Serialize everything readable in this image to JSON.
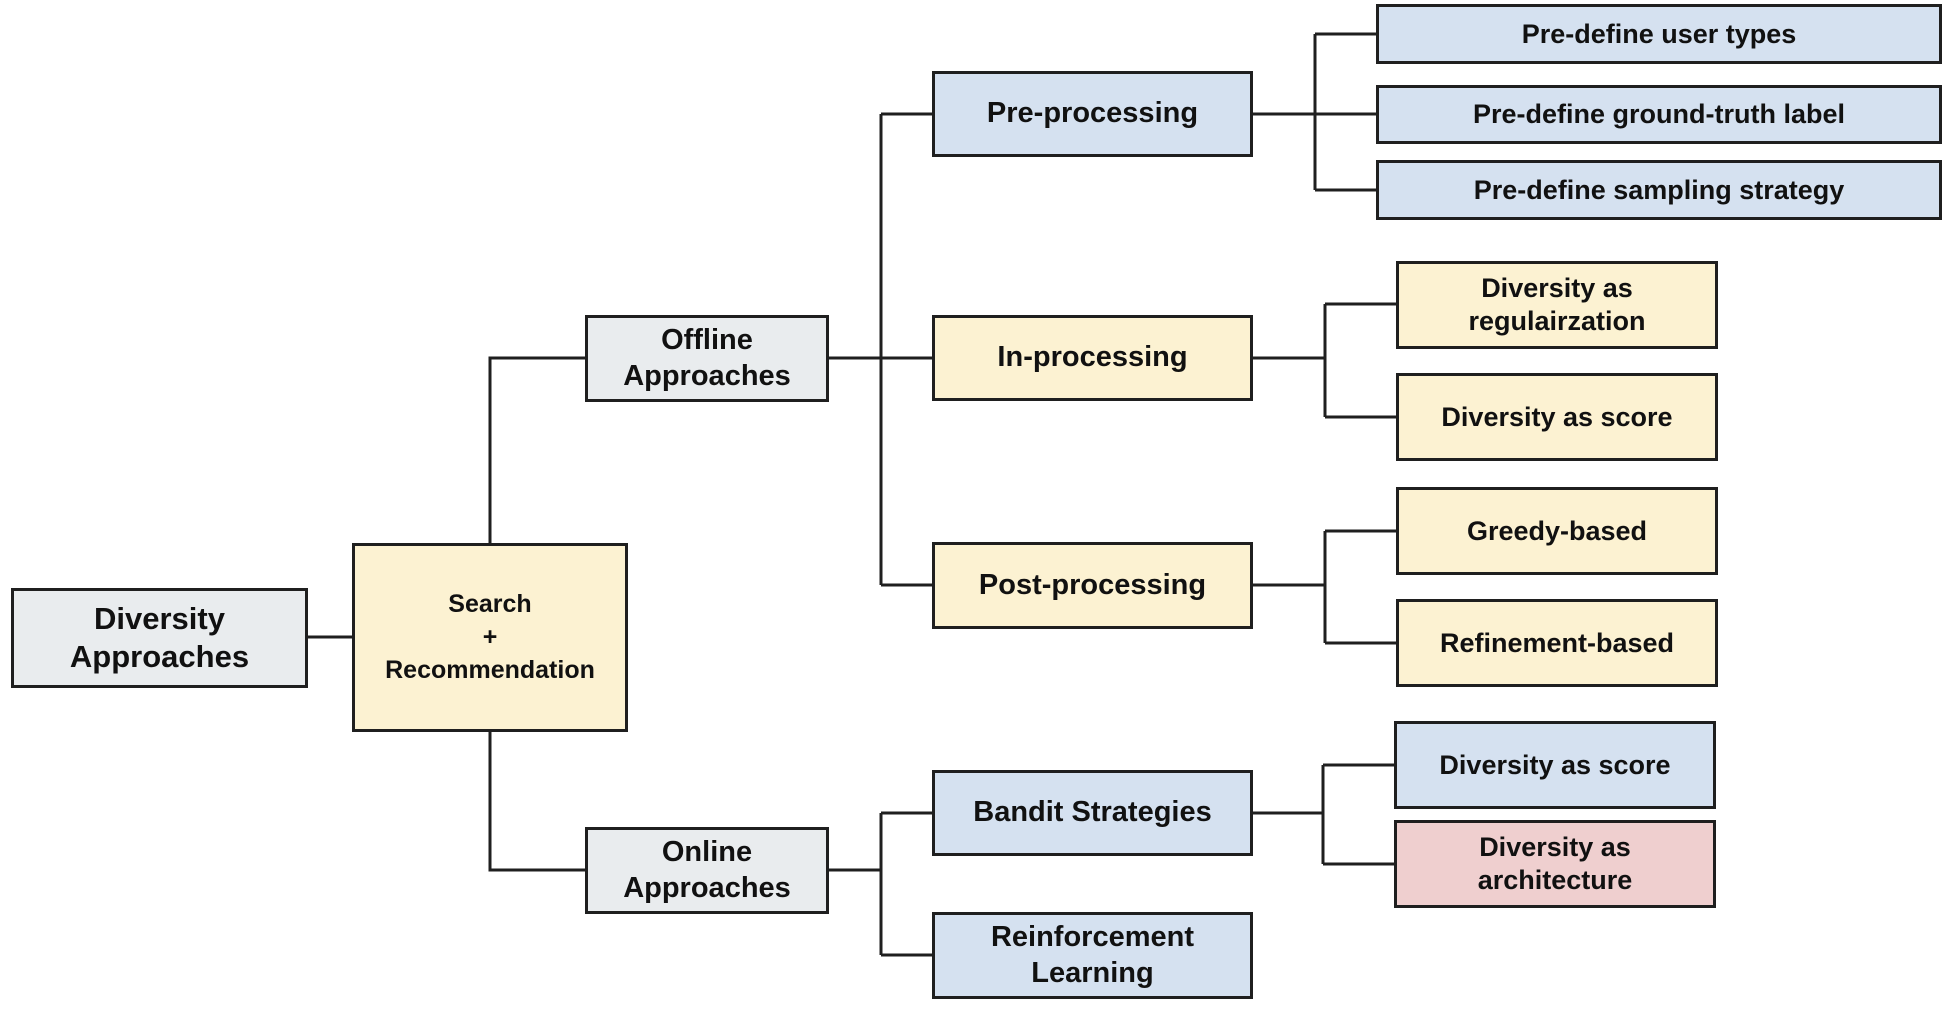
{
  "nodes": {
    "root": {
      "label": "Diversity\nApproaches",
      "color": "#e9ecee"
    },
    "search_rec": {
      "label": "Search\n+\nRecommendation",
      "color": "#fcf2d2"
    },
    "offline": {
      "label": "Offline\nApproaches",
      "color": "#e9ecee"
    },
    "online": {
      "label": "Online\nApproaches",
      "color": "#e9ecee"
    },
    "pre_processing": {
      "label": "Pre-processing",
      "color": "#d5e1f0"
    },
    "in_processing": {
      "label": "In-processing",
      "color": "#fcf2d2"
    },
    "post_processing": {
      "label": "Post-processing",
      "color": "#fcf2d2"
    },
    "bandit": {
      "label": "Bandit Strategies",
      "color": "#d5e1f0"
    },
    "reinforcement": {
      "label": "Reinforcement\nLearning",
      "color": "#d5e1f0"
    },
    "user_types": {
      "label": "Pre-define user types",
      "color": "#d5e1f0"
    },
    "ground_truth": {
      "label": "Pre-define ground-truth label",
      "color": "#d5e1f0"
    },
    "sampling": {
      "label": "Pre-define sampling strategy",
      "color": "#d5e1f0"
    },
    "div_regularization": {
      "label": "Diversity as\nregulairzation",
      "color": "#fcf2d2"
    },
    "div_score_in": {
      "label": "Diversity as score",
      "color": "#fcf2d2"
    },
    "greedy": {
      "label": "Greedy-based",
      "color": "#fcf2d2"
    },
    "refinement": {
      "label": "Refinement-based",
      "color": "#fcf2d2"
    },
    "div_score_bandit": {
      "label": "Diversity as score",
      "color": "#d5e1f0"
    },
    "div_architecture": {
      "label": "Diversity as\narchitecture",
      "color": "#efcfcf"
    }
  }
}
